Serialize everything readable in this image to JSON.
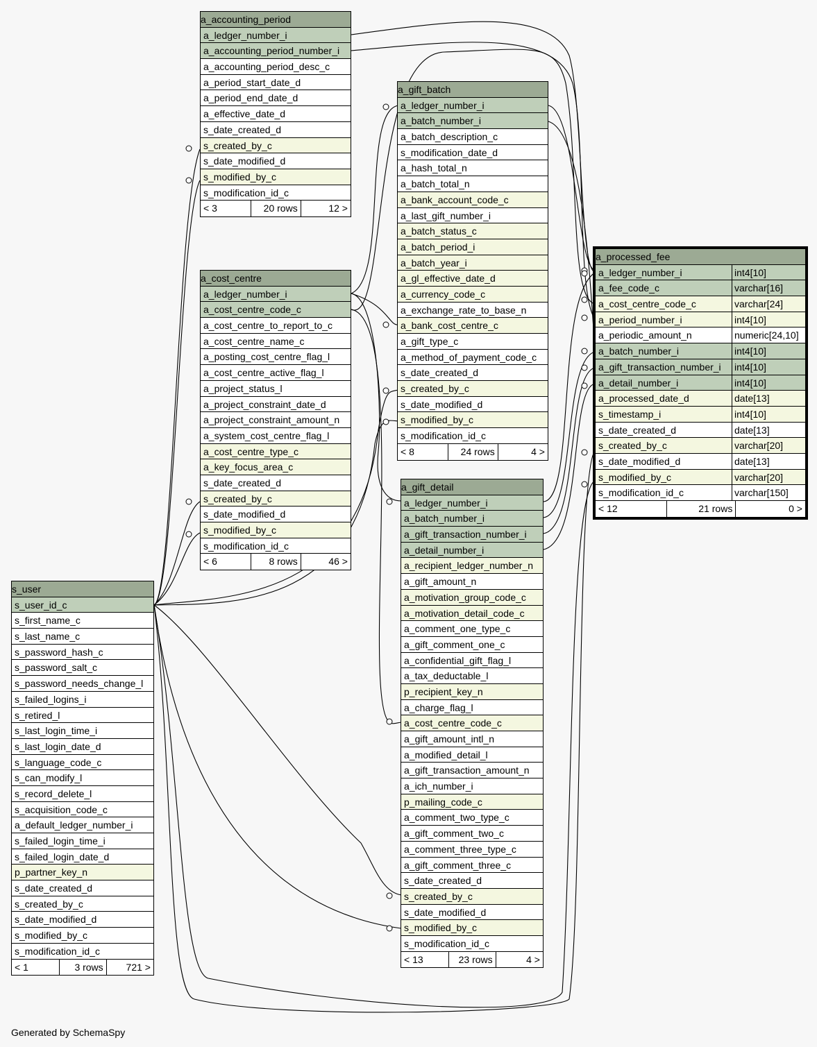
{
  "footer": "Generated by SchemaSpy",
  "tables": [
    {
      "id": "a_accounting_period",
      "title": "a_accounting_period",
      "rows": [
        {
          "n": "a_ledger_number_i",
          "k": "pk"
        },
        {
          "n": "a_accounting_period_number_i",
          "k": "pk"
        },
        {
          "n": "a_accounting_period_desc_c",
          "k": ""
        },
        {
          "n": "a_period_start_date_d",
          "k": ""
        },
        {
          "n": "a_period_end_date_d",
          "k": ""
        },
        {
          "n": "a_effective_date_d",
          "k": ""
        },
        {
          "n": "s_date_created_d",
          "k": ""
        },
        {
          "n": "s_created_by_c",
          "k": "fk"
        },
        {
          "n": "s_date_modified_d",
          "k": ""
        },
        {
          "n": "s_modified_by_c",
          "k": "fk"
        },
        {
          "n": "s_modification_id_c",
          "k": ""
        }
      ],
      "foot": [
        "< 3",
        "20 rows",
        "12 >"
      ]
    },
    {
      "id": "a_cost_centre",
      "title": "a_cost_centre",
      "rows": [
        {
          "n": "a_ledger_number_i",
          "k": "pk"
        },
        {
          "n": "a_cost_centre_code_c",
          "k": "pk"
        },
        {
          "n": "a_cost_centre_to_report_to_c",
          "k": ""
        },
        {
          "n": "a_cost_centre_name_c",
          "k": ""
        },
        {
          "n": "a_posting_cost_centre_flag_l",
          "k": ""
        },
        {
          "n": "a_cost_centre_active_flag_l",
          "k": ""
        },
        {
          "n": "a_project_status_l",
          "k": ""
        },
        {
          "n": "a_project_constraint_date_d",
          "k": ""
        },
        {
          "n": "a_project_constraint_amount_n",
          "k": ""
        },
        {
          "n": "a_system_cost_centre_flag_l",
          "k": ""
        },
        {
          "n": "a_cost_centre_type_c",
          "k": "fk"
        },
        {
          "n": "a_key_focus_area_c",
          "k": "fk"
        },
        {
          "n": "s_date_created_d",
          "k": ""
        },
        {
          "n": "s_created_by_c",
          "k": "fk"
        },
        {
          "n": "s_date_modified_d",
          "k": ""
        },
        {
          "n": "s_modified_by_c",
          "k": "fk"
        },
        {
          "n": "s_modification_id_c",
          "k": ""
        }
      ],
      "foot": [
        "< 6",
        "8 rows",
        "46 >"
      ]
    },
    {
      "id": "a_gift_batch",
      "title": "a_gift_batch",
      "rows": [
        {
          "n": "a_ledger_number_i",
          "k": "pk"
        },
        {
          "n": "a_batch_number_i",
          "k": "pk"
        },
        {
          "n": "a_batch_description_c",
          "k": ""
        },
        {
          "n": "s_modification_date_d",
          "k": ""
        },
        {
          "n": "a_hash_total_n",
          "k": ""
        },
        {
          "n": "a_batch_total_n",
          "k": ""
        },
        {
          "n": "a_bank_account_code_c",
          "k": "fk"
        },
        {
          "n": "a_last_gift_number_i",
          "k": ""
        },
        {
          "n": "a_batch_status_c",
          "k": "fk"
        },
        {
          "n": "a_batch_period_i",
          "k": "fk"
        },
        {
          "n": "a_batch_year_i",
          "k": "fk"
        },
        {
          "n": "a_gl_effective_date_d",
          "k": "fk"
        },
        {
          "n": "a_currency_code_c",
          "k": "fk"
        },
        {
          "n": "a_exchange_rate_to_base_n",
          "k": ""
        },
        {
          "n": "a_bank_cost_centre_c",
          "k": "fk"
        },
        {
          "n": "a_gift_type_c",
          "k": ""
        },
        {
          "n": "a_method_of_payment_code_c",
          "k": ""
        },
        {
          "n": "s_date_created_d",
          "k": ""
        },
        {
          "n": "s_created_by_c",
          "k": "fk"
        },
        {
          "n": "s_date_modified_d",
          "k": ""
        },
        {
          "n": "s_modified_by_c",
          "k": "fk"
        },
        {
          "n": "s_modification_id_c",
          "k": ""
        }
      ],
      "foot": [
        "< 8",
        "24 rows",
        "4 >"
      ]
    },
    {
      "id": "a_gift_detail",
      "title": "a_gift_detail",
      "rows": [
        {
          "n": "a_ledger_number_i",
          "k": "pk"
        },
        {
          "n": "a_batch_number_i",
          "k": "pk"
        },
        {
          "n": "a_gift_transaction_number_i",
          "k": "pk"
        },
        {
          "n": "a_detail_number_i",
          "k": "pk"
        },
        {
          "n": "a_recipient_ledger_number_n",
          "k": "fk"
        },
        {
          "n": "a_gift_amount_n",
          "k": ""
        },
        {
          "n": "a_motivation_group_code_c",
          "k": "fk"
        },
        {
          "n": "a_motivation_detail_code_c",
          "k": "fk"
        },
        {
          "n": "a_comment_one_type_c",
          "k": ""
        },
        {
          "n": "a_gift_comment_one_c",
          "k": ""
        },
        {
          "n": "a_confidential_gift_flag_l",
          "k": ""
        },
        {
          "n": "a_tax_deductable_l",
          "k": ""
        },
        {
          "n": "p_recipient_key_n",
          "k": "fk"
        },
        {
          "n": "a_charge_flag_l",
          "k": ""
        },
        {
          "n": "a_cost_centre_code_c",
          "k": "fk"
        },
        {
          "n": "a_gift_amount_intl_n",
          "k": ""
        },
        {
          "n": "a_modified_detail_l",
          "k": ""
        },
        {
          "n": "a_gift_transaction_amount_n",
          "k": ""
        },
        {
          "n": "a_ich_number_i",
          "k": ""
        },
        {
          "n": "p_mailing_code_c",
          "k": "fk"
        },
        {
          "n": "a_comment_two_type_c",
          "k": ""
        },
        {
          "n": "a_gift_comment_two_c",
          "k": ""
        },
        {
          "n": "a_comment_three_type_c",
          "k": ""
        },
        {
          "n": "a_gift_comment_three_c",
          "k": ""
        },
        {
          "n": "s_date_created_d",
          "k": ""
        },
        {
          "n": "s_created_by_c",
          "k": "fk"
        },
        {
          "n": "s_date_modified_d",
          "k": ""
        },
        {
          "n": "s_modified_by_c",
          "k": "fk"
        },
        {
          "n": "s_modification_id_c",
          "k": ""
        }
      ],
      "foot": [
        "< 13",
        "23 rows",
        "4 >"
      ]
    },
    {
      "id": "a_processed_fee",
      "title": "a_processed_fee",
      "focus": true,
      "rows": [
        {
          "n": "a_ledger_number_i",
          "t": "int4[10]",
          "k": "pk"
        },
        {
          "n": "a_fee_code_c",
          "t": "varchar[16]",
          "k": "pk"
        },
        {
          "n": "a_cost_centre_code_c",
          "t": "varchar[24]",
          "k": "fk"
        },
        {
          "n": "a_period_number_i",
          "t": "int4[10]",
          "k": "fk"
        },
        {
          "n": "a_periodic_amount_n",
          "t": "numeric[24,10]",
          "k": ""
        },
        {
          "n": "a_batch_number_i",
          "t": "int4[10]",
          "k": "pk"
        },
        {
          "n": "a_gift_transaction_number_i",
          "t": "int4[10]",
          "k": "pk"
        },
        {
          "n": "a_detail_number_i",
          "t": "int4[10]",
          "k": "pk"
        },
        {
          "n": "a_processed_date_d",
          "t": "date[13]",
          "k": "fk"
        },
        {
          "n": "s_timestamp_i",
          "t": "int4[10]",
          "k": "fk"
        },
        {
          "n": "s_date_created_d",
          "t": "date[13]",
          "k": ""
        },
        {
          "n": "s_created_by_c",
          "t": "varchar[20]",
          "k": "fk"
        },
        {
          "n": "s_date_modified_d",
          "t": "date[13]",
          "k": ""
        },
        {
          "n": "s_modified_by_c",
          "t": "varchar[20]",
          "k": "fk"
        },
        {
          "n": "s_modification_id_c",
          "t": "varchar[150]",
          "k": ""
        }
      ],
      "foot": [
        "< 12",
        "21 rows",
        "0 >"
      ]
    },
    {
      "id": "s_user",
      "title": "s_user",
      "rows": [
        {
          "n": "s_user_id_c",
          "k": "pk"
        },
        {
          "n": "s_first_name_c",
          "k": ""
        },
        {
          "n": "s_last_name_c",
          "k": ""
        },
        {
          "n": "s_password_hash_c",
          "k": ""
        },
        {
          "n": "s_password_salt_c",
          "k": ""
        },
        {
          "n": "s_password_needs_change_l",
          "k": ""
        },
        {
          "n": "s_failed_logins_i",
          "k": ""
        },
        {
          "n": "s_retired_l",
          "k": ""
        },
        {
          "n": "s_last_login_time_i",
          "k": ""
        },
        {
          "n": "s_last_login_date_d",
          "k": ""
        },
        {
          "n": "s_language_code_c",
          "k": ""
        },
        {
          "n": "s_can_modify_l",
          "k": ""
        },
        {
          "n": "s_record_delete_l",
          "k": ""
        },
        {
          "n": "s_acquisition_code_c",
          "k": ""
        },
        {
          "n": "a_default_ledger_number_i",
          "k": ""
        },
        {
          "n": "s_failed_login_time_i",
          "k": ""
        },
        {
          "n": "s_failed_login_date_d",
          "k": ""
        },
        {
          "n": "p_partner_key_n",
          "k": "fk"
        },
        {
          "n": "s_date_created_d",
          "k": ""
        },
        {
          "n": "s_created_by_c",
          "k": ""
        },
        {
          "n": "s_date_modified_d",
          "k": ""
        },
        {
          "n": "s_modified_by_c",
          "k": ""
        },
        {
          "n": "s_modification_id_c",
          "k": ""
        }
      ],
      "foot": [
        "< 1",
        "3 rows",
        "721 >"
      ]
    }
  ]
}
